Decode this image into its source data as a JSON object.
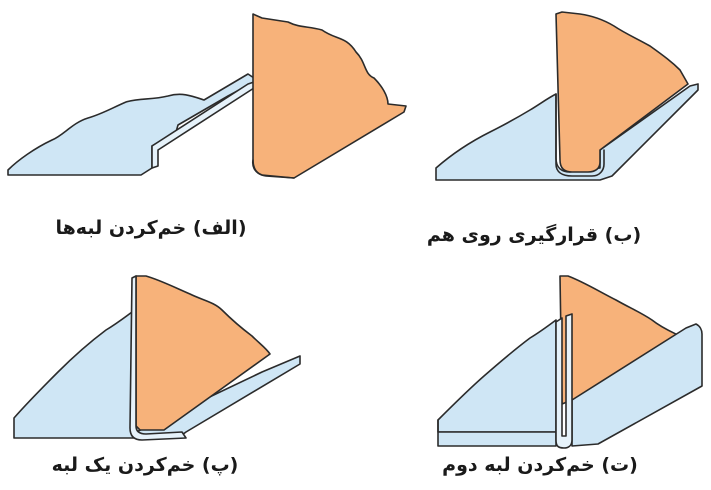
{
  "captions": {
    "a": "(الف) خم‌کردن لبه‌ها",
    "b": "(ب) قرارگیری روی هم",
    "p": "(پ) خم‌کردن یک لبه",
    "t": "(ت) خم‌کردن لبه دوم"
  },
  "colors": {
    "sheet_blue": "#cfe6f5",
    "sheet_orange": "#f7b27a",
    "outline": "#2b2b2b"
  }
}
